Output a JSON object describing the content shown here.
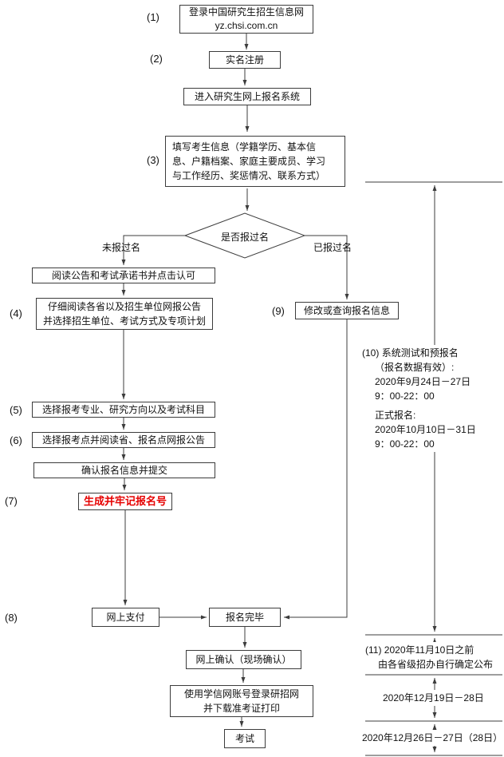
{
  "flow": {
    "login": [
      "登录中国研究生招生信息网",
      "yz.chsi.com.cn"
    ],
    "register": "实名注册",
    "enter_system": "进入研究生网上报名系统",
    "fill_info": [
      "填写考生信息（学籍学历、基本信",
      "息、户籍档案、家庭主要成员、学习",
      "与工作经历、奖惩情况、联系方式）"
    ],
    "decision": "是否报过名",
    "branch_no": "未报过名",
    "branch_yes": "已报过名",
    "read_notice": "阅读公告和考试承诺书并点击认可",
    "read_province": [
      "仔细阅读各省以及招生单位网报公告",
      "并选择招生单位、考试方式及专项计划"
    ],
    "choose_major": "选择报考专业、研究方向以及考试科目",
    "choose_site": "选择报考点并阅读省、报名点网报公告",
    "confirm_submit": "确认报名信息并提交",
    "generate_id": "生成并牢记报名号",
    "pay_online": "网上支付",
    "done": "报名完毕",
    "modify_query": "修改或查询报名信息",
    "onsite_confirm": "网上确认（现场确认）",
    "download_ticket": [
      "使用学信网账号登录研招网",
      "并下载准考证打印"
    ],
    "exam": "考试"
  },
  "step_labels": [
    "(1)",
    "(2)",
    "(3)",
    "(4)",
    "(5)",
    "(6)",
    "(7)",
    "(8)",
    "(9)",
    "(10)",
    "(11)"
  ],
  "annotations": {
    "pre_reg": {
      "title": "系统测试和预报名",
      "line2": "（报名数据有效）:",
      "line3": "2020年9月24日－27日",
      "line4": "9：00-22：00",
      "formal_title": "正式报名:",
      "formal_line2": "2020年10月10日－31日",
      "formal_line3": "9：00-22：00"
    },
    "confirm_period": [
      "2020年11月10日之前",
      "由各省级招办自行确定公布"
    ],
    "print_period": "2020年12月19日－28日",
    "exam_period": "2020年12月26日－27日（28日）"
  },
  "colors": {
    "highlight": "#e60000",
    "line": "#3c3c3c"
  }
}
